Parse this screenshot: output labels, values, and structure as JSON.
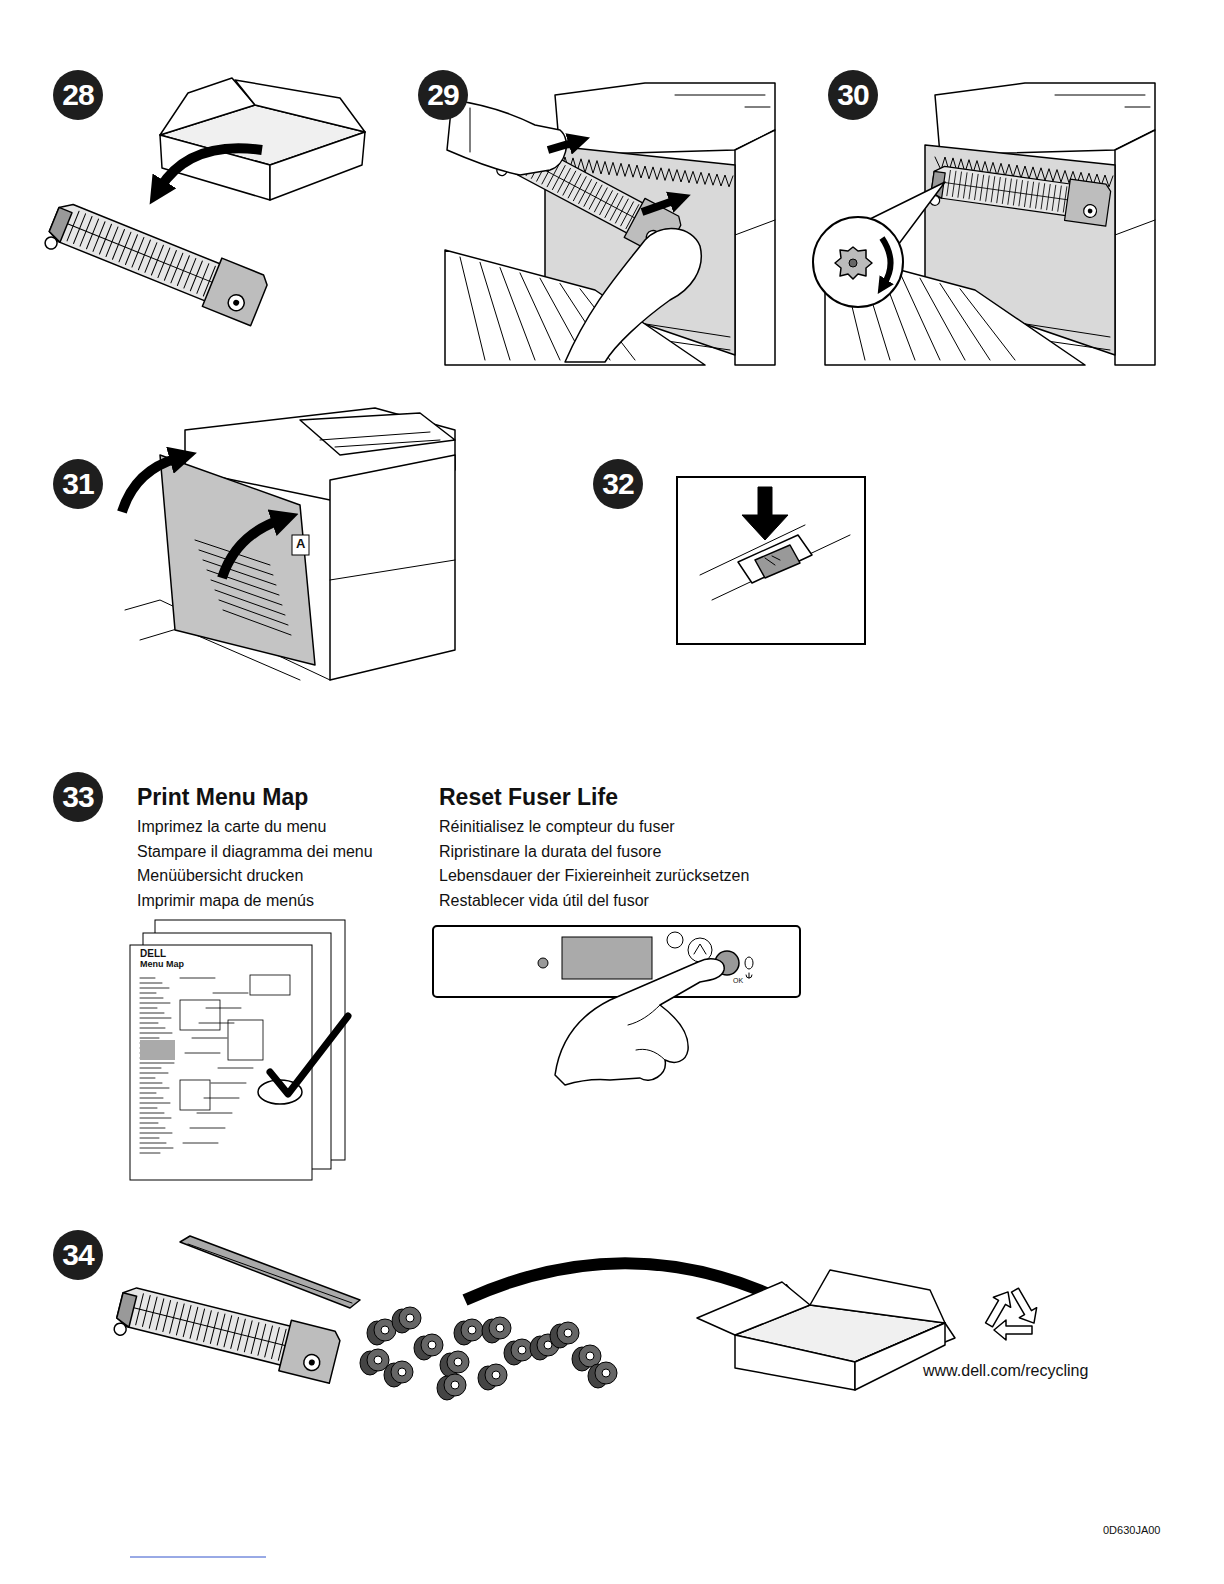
{
  "diagram": {
    "nodes": [
      {
        "text": [
          "28"
        ]
      },
      {
        "text": [
          "29"
        ]
      },
      {
        "text": [
          "30"
        ]
      },
      {
        "text": [
          "31"
        ]
      },
      {
        "text": [
          "32"
        ]
      },
      {
        "text": [
          "33"
        ]
      },
      {
        "text": [
          "34"
        ]
      }
    ],
    "labels": [
      "A",
      "Print Menu Map",
      "Imprimez la carte du menu",
      "Stampare il diagramma dei menu",
      "Menüübersicht drucken",
      "Imprimir mapa de menús",
      "Reset Fuser Life",
      "Réinitialisez le compteur du fuser",
      "Ripristinare la durata del fusore",
      "Lebensdauer der Fixiereinheit zurücksetzen",
      "Restablecer vida útil del fusor",
      "DELL",
      "Menu Map",
      "OK",
      "www.dell.com/recycling",
      "0D630JA00"
    ]
  }
}
